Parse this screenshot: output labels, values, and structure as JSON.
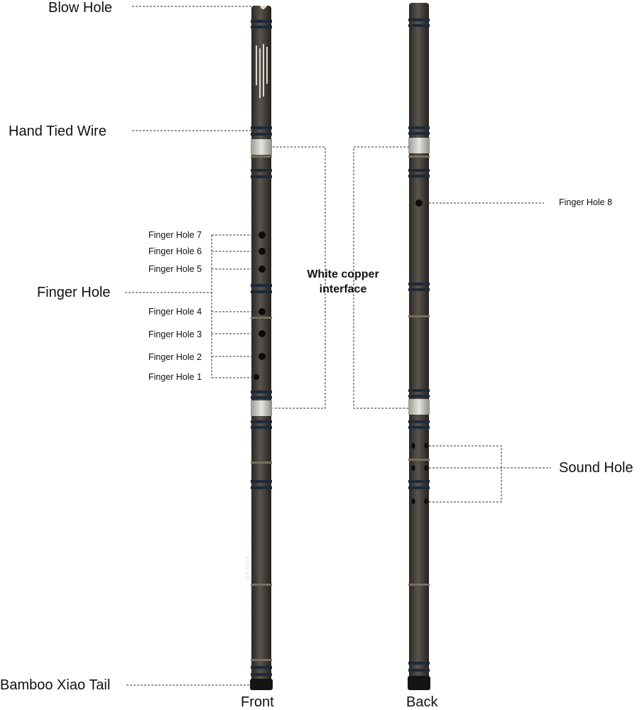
{
  "labels": {
    "blow_hole": "Blow Hole",
    "hand_tied_wire": "Hand Tied Wire",
    "finger_hole": "Finger Hole",
    "finger_holes": [
      "Finger Hole 7",
      "Finger Hole 6",
      "Finger Hole 5",
      "Finger Hole 4",
      "Finger Hole 3",
      "Finger Hole 2",
      "Finger Hole 1"
    ],
    "white_copper_interface_line1": "White copper",
    "white_copper_interface_line2": "interface",
    "finger_hole_8": "Finger Hole 8",
    "sound_hole": "Sound Hole",
    "bamboo_xiao_tail": "Bamboo Xiao Tail",
    "front": "Front",
    "back": "Back",
    "brand_mark": "YOXYO"
  },
  "colors": {
    "bamboo_dark": "#3a3733",
    "bamboo_mid": "#55504a",
    "wrap_band": "#1d2a3a",
    "copper": "#c9c9c4",
    "hole": "#0c0c0c",
    "leader_line": "#333333"
  }
}
